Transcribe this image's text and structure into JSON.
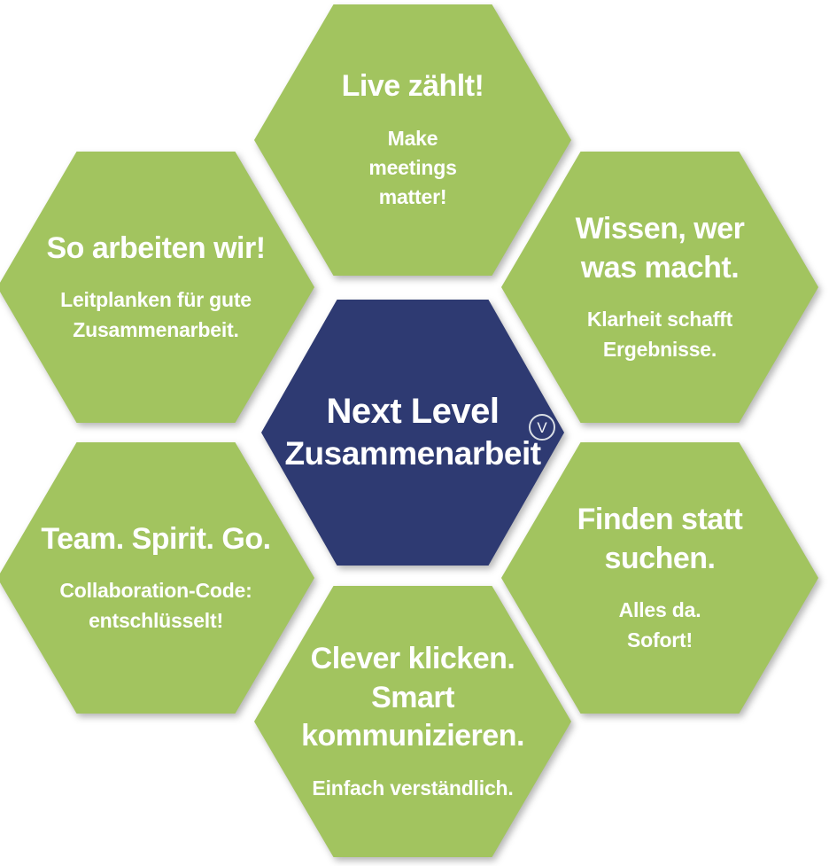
{
  "diagram": {
    "colors": {
      "hex_green": "#a2c45f",
      "hex_blue": "#2e3a72",
      "text": "#ffffff",
      "badge_ring": "#d9dee4",
      "background": "#ffffff"
    },
    "center": {
      "line1": "Next Level",
      "line2": "Zusammenarbeit",
      "badge_letter": "V"
    },
    "cells": [
      {
        "id": "top",
        "title": "Live zählt!",
        "body": "Make\nmeetings\nmatter!"
      },
      {
        "id": "top-left",
        "title": "So arbeiten wir!",
        "body": "Leitplanken für gute\nZusammenarbeit."
      },
      {
        "id": "top-right",
        "title": "Wissen, wer\nwas macht.",
        "body": "Klarheit schafft\nErgebnisse."
      },
      {
        "id": "bottom-left",
        "title": "Team. Spirit. Go.",
        "body": "Collaboration-Code:\nentschlüsselt!"
      },
      {
        "id": "bottom-right",
        "title": "Finden statt\nsuchen.",
        "body": "Alles da.\nSofort!"
      },
      {
        "id": "bottom",
        "title": "Clever klicken.\nSmart\nkommunizieren.",
        "body": "Einfach verständlich."
      }
    ]
  }
}
